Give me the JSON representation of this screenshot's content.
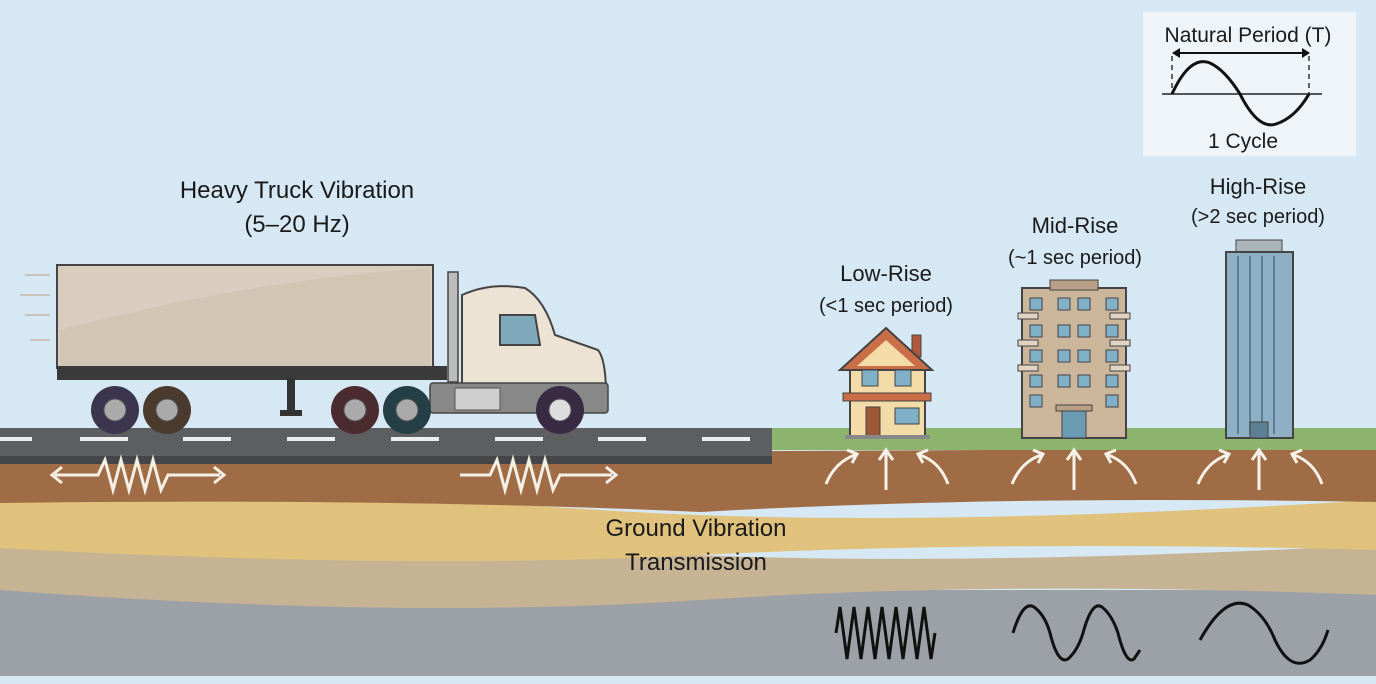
{
  "truck": {
    "title": "Heavy Truck Vibration",
    "subtitle": "(5–20 Hz)"
  },
  "ground": {
    "line1": "Ground Vibration",
    "line2": "Transmission"
  },
  "buildings": [
    {
      "name": "Low-Rise",
      "period": "(<1 sec period)"
    },
    {
      "name": "Mid-Rise",
      "period": "(~1 sec period)"
    },
    {
      "name": "High-Rise",
      "period": "(>2 sec period)"
    }
  ],
  "inset": {
    "title": "Natural Period (T)",
    "caption": "1 Cycle"
  },
  "colors": {
    "sky": "#d6e8f3",
    "road": "#5d5e60",
    "grass": "#8db46c",
    "soil": "#a06c45",
    "sand": "#e0c27c",
    "tan": "#c6b394",
    "rock": "#9ca1a7"
  }
}
